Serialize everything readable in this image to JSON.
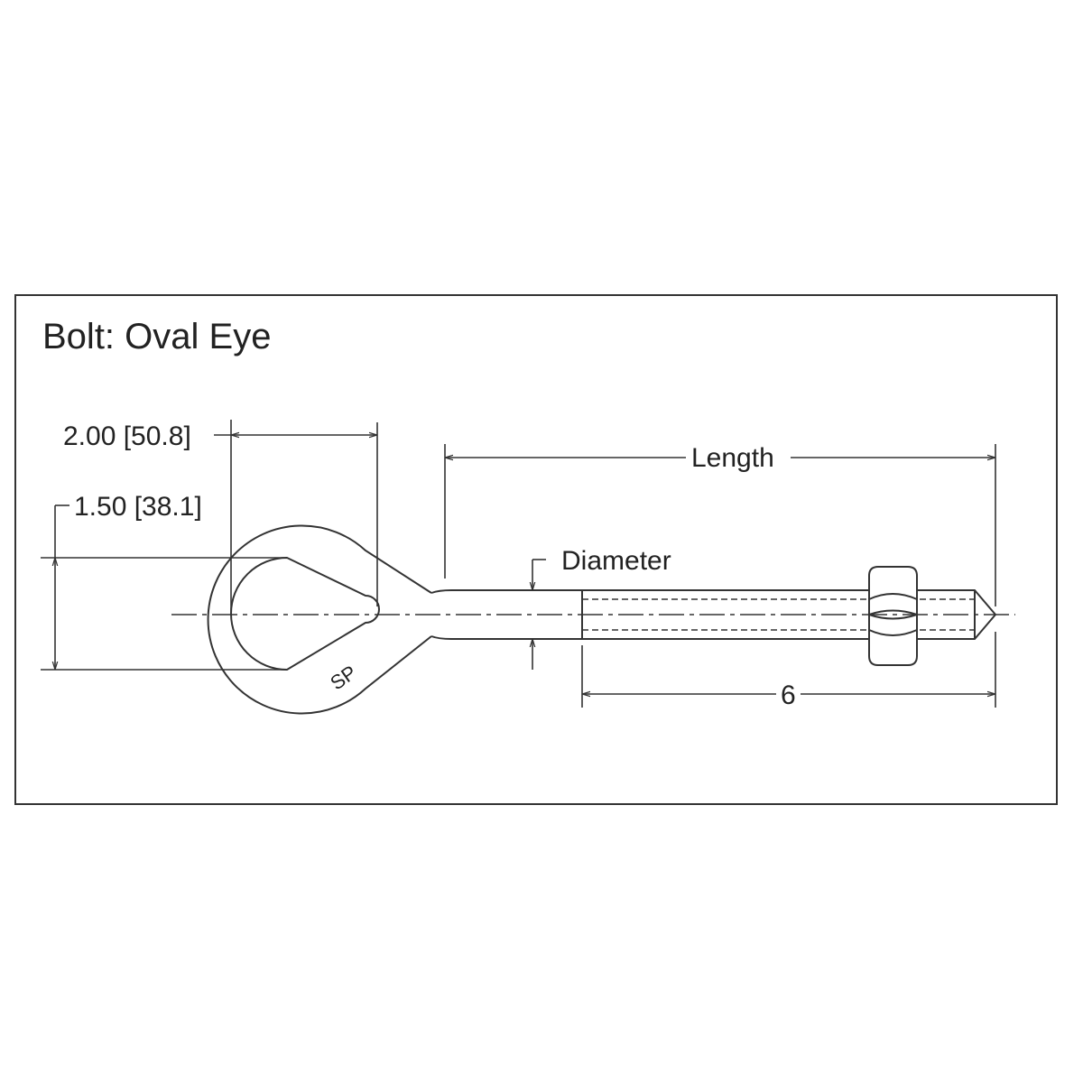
{
  "title": "Bolt: Oval Eye",
  "dimensions": {
    "eye_length": "2.00 [50.8]",
    "eye_width": "1.50 [38.1]",
    "length": "Length",
    "diameter": "Diameter",
    "thread_length": "6"
  },
  "marking": "SP",
  "colors": {
    "line": "#333333",
    "background": "#ffffff"
  }
}
